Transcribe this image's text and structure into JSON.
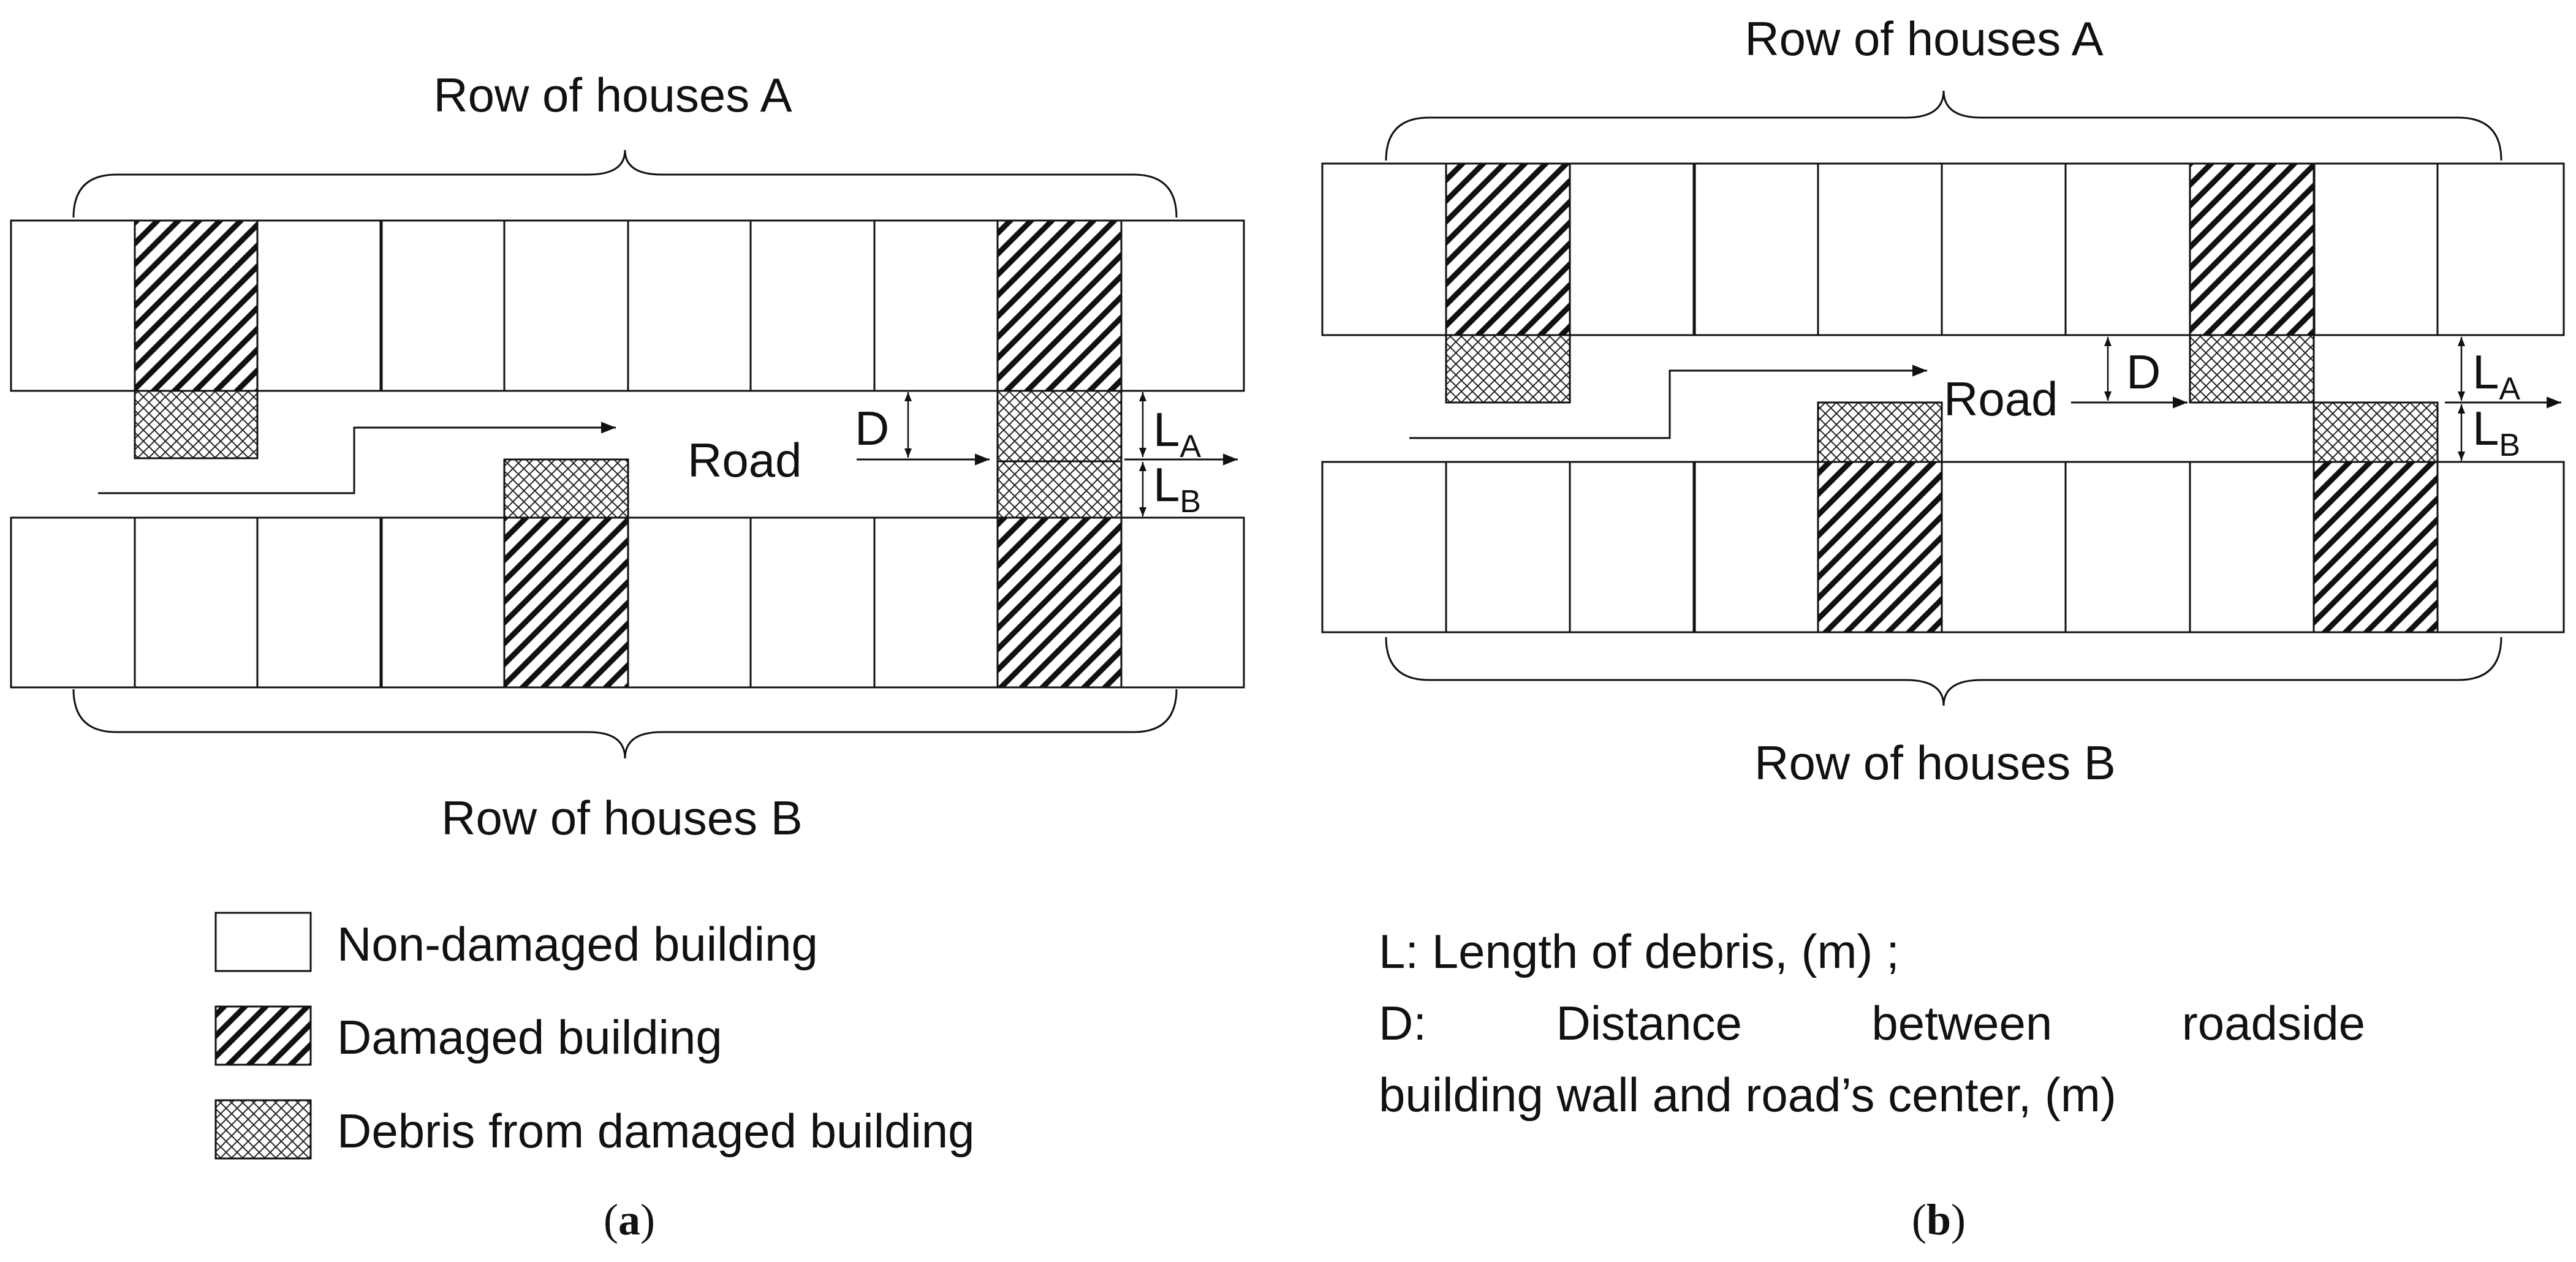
{
  "panel_a": {
    "row_a_label": "Row of houses A",
    "row_b_label": "Row of houses B",
    "road_label": "Road",
    "d_label": "D",
    "la_main": "L",
    "la_sub": "A",
    "lb_main": "L",
    "lb_sub": "B",
    "caption_letter": "a"
  },
  "panel_b": {
    "row_a_label": "Row of houses A",
    "row_b_label": "Row of houses B",
    "road_label": "Road",
    "d_label": "D",
    "la_main": "L",
    "la_sub": "A",
    "lb_main": "L",
    "lb_sub": "B",
    "caption_letter": "b"
  },
  "legend": {
    "items": [
      {
        "label": "Non-damaged building",
        "pattern": "none"
      },
      {
        "label": "Damaged building",
        "pattern": "diagonal-hatch"
      },
      {
        "label": "Debris from damaged building",
        "pattern": "crosshatch"
      }
    ]
  },
  "notes": {
    "line1": "L: Length of debris, (m) ;",
    "line2": "D: Distance between roadside",
    "line3": "building wall and road’s center, (m)"
  },
  "colors": {
    "stroke": "#111111",
    "background": "#ffffff"
  }
}
